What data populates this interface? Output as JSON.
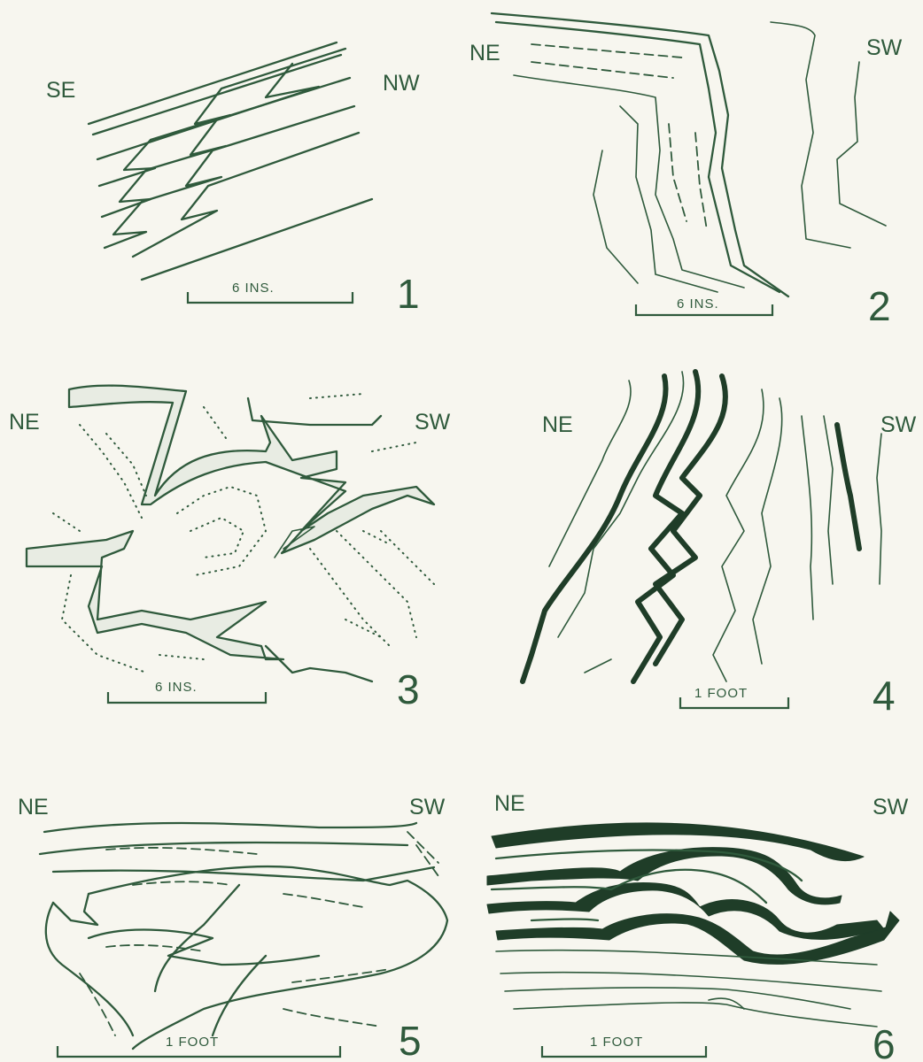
{
  "figures": [
    {
      "id": "1",
      "number": "1",
      "left": "SE",
      "right": "NW",
      "scale": "6 INS."
    },
    {
      "id": "2",
      "number": "2",
      "left": "NE",
      "right": "SW",
      "scale": "6 INS."
    },
    {
      "id": "3",
      "number": "3",
      "left": "NE",
      "right": "SW",
      "scale": "6 INS."
    },
    {
      "id": "4",
      "number": "4",
      "left": "NE",
      "right": "SW",
      "scale": "1 FOOT"
    },
    {
      "id": "5",
      "number": "5",
      "left": "NE",
      "right": "SW",
      "scale": "1 FOOT"
    },
    {
      "id": "6",
      "number": "6",
      "left": "NE",
      "right": "SW",
      "scale": "1 FOOT"
    }
  ],
  "colors": {
    "ink": "#2f5a3c",
    "ink_dark": "#1f3d28",
    "paper": "#f7f6ef"
  }
}
